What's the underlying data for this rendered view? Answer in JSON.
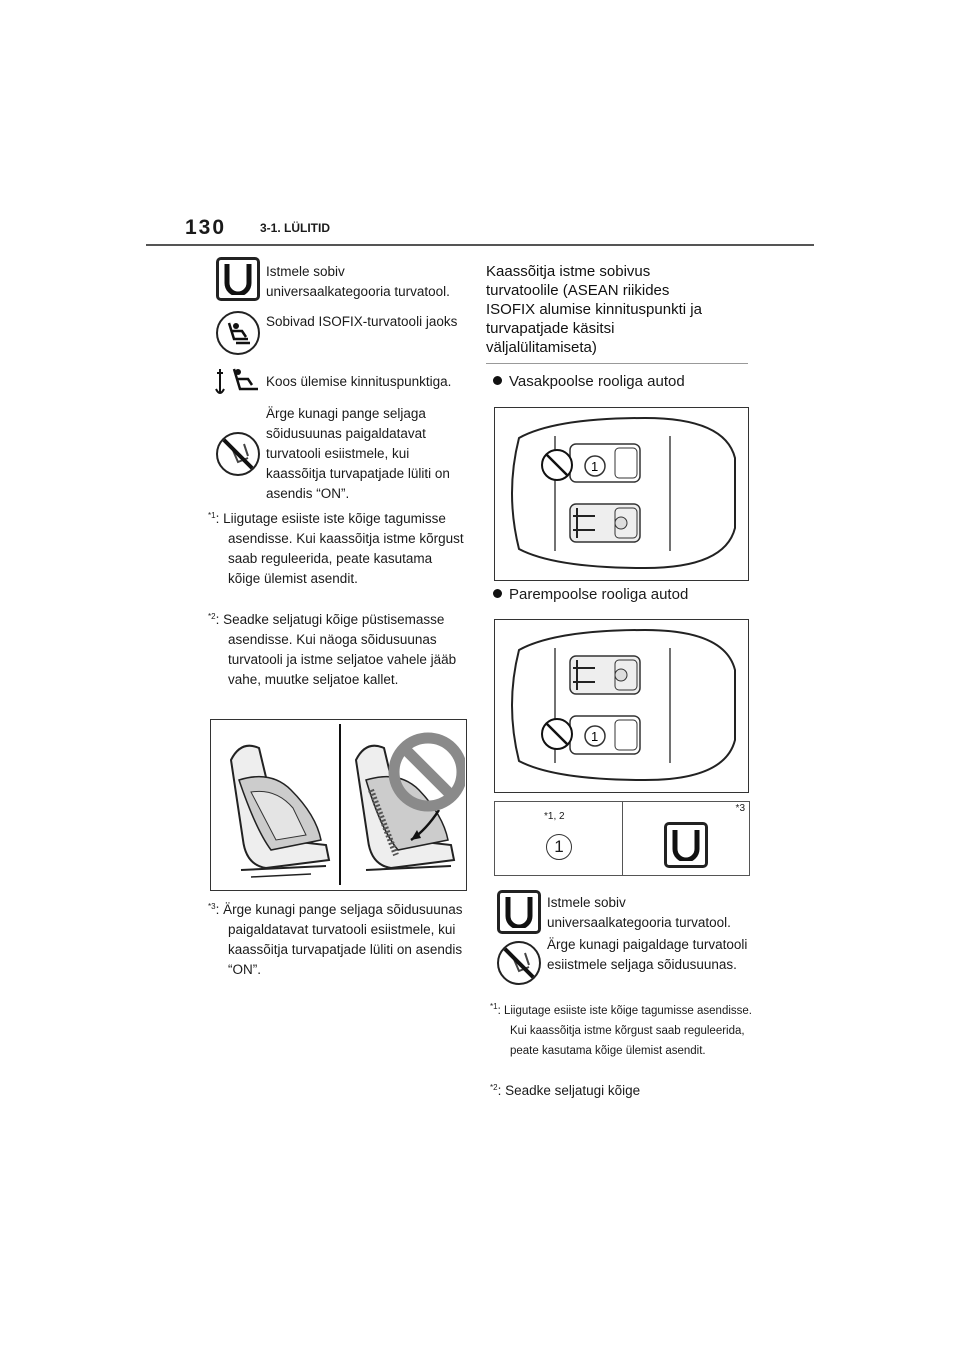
{
  "header": {
    "page_number": "130",
    "section": "3-1. LÜLITID"
  },
  "left_legend": [
    {
      "icon": "universal-seat-icon",
      "text": "Istmele sobiv universaalkategooria turvatool."
    },
    {
      "icon": "isofix-seat-icon",
      "text": "Sobivad ISOFIX-turvatooli jaoks"
    },
    {
      "icon": "top-tether-icon",
      "text": "Koos ülemise kinnituspunktiga."
    },
    {
      "icon": "no-rear-facing-icon",
      "text": "Ärge kunagi pange seljaga sõidusuunas paigaldatavat turvatooli esiistmele, kui kaassõitja turvapatjade lüliti on asendis “ON”."
    }
  ],
  "left_notes": [
    {
      "mark": "*1",
      "text": ": Liigutage esiiste iste kõige tagumisse asendisse. Kui kaassõitja istme kõrgust saab reguleerida, peate kasutama kõige ülemist asendit."
    },
    {
      "mark": "*2",
      "text": ": Seadke seljatugi kõige püstisemasse asendisse. Kui näoga sõidusuunas turvatooli ja istme seljatoe vahele jääb vahe, muutke seljatoe kallet."
    }
  ],
  "left_note3": {
    "mark": "*3",
    "text": ": Ärge kunagi pange seljaga sõidusuunas paigaldatavat turvatooli esiistmele, kui kaassõitja turvapatjade lüliti on asendis “ON”."
  },
  "right_heading": [
    "Kaassõitja istme sobivus",
    "turvatoolile (ASEAN riikides",
    "ISOFIX alumise kinnituspunkti ja",
    "turvapatjade käsitsi",
    "väljalülitamiseta)"
  ],
  "bullet_left_hand": "Vasakpoolse rooliga autod",
  "bullet_right_hand": "Parempoolse rooliga autod",
  "seat_number": "1",
  "table": {
    "col1_label": "*1, 2",
    "col1_value": "1",
    "col2_label": "*3"
  },
  "right_legend": [
    {
      "icon": "universal-seat-icon",
      "text": "Istmele sobiv universaalkategooria turvatool."
    },
    {
      "icon": "no-rear-facing-icon",
      "text": "Ärge kunagi paigaldage turvatooli esiistmele seljaga sõidusuunas."
    }
  ],
  "right_note1": {
    "mark": "*1",
    "text": ": Liigutage esiiste iste kõige tagumisse asendisse. Kui kaassõitja istme kõrgust saab reguleerida, peate kasutama kõige ülemist asendit."
  },
  "right_note2": {
    "mark": "*2",
    "text": ": Seadke seljatugi kõige"
  }
}
